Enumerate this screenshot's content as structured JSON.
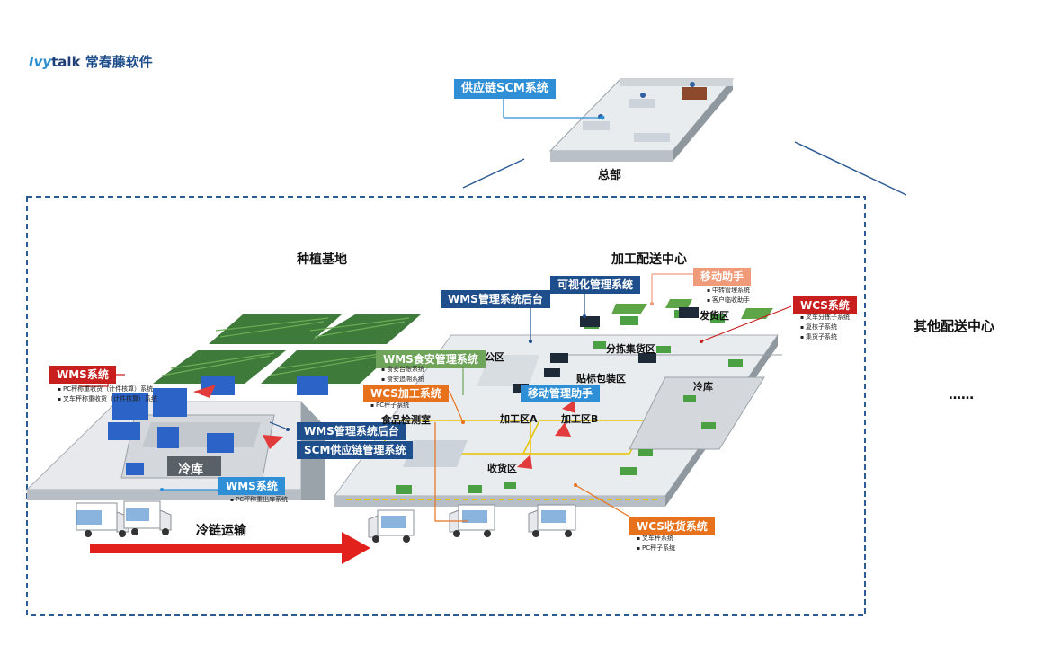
{
  "logo": {
    "brand_ivy": "Ivy",
    "brand_talk": "talk",
    "name_cn": "常春藤软件"
  },
  "hq": {
    "title": "总部",
    "system": "供应链SCM系统"
  },
  "other_center": {
    "title": "其他配送中心",
    "more": "……"
  },
  "planting": {
    "title": "种植基地",
    "cold_storage": "冷库",
    "wms": {
      "label": "WMS系统",
      "items": [
        "PC秤称重收货（计件核算）系统",
        "叉车秤称重收货（计件核算）系统"
      ]
    },
    "wms_bottom": {
      "label": "WMS系统",
      "items": [
        "PC秤称重出库系统"
      ]
    },
    "wms_backend": "WMS管理系统后台",
    "scm_backend": "SCM供应链管理系统"
  },
  "transport": {
    "label": "冷链运输"
  },
  "processing": {
    "title": "加工配送中心",
    "zones": {
      "office": "办公区",
      "sorting": "分拣集货区",
      "shipping": "发货区",
      "labeling": "贴标包装区",
      "cold_storage": "冷库",
      "food_lab": "食品检测室",
      "area_a": "加工区A",
      "area_b": "加工区B",
      "receiving": "收货区"
    },
    "wms_backend": "WMS管理系统后台",
    "visual_mgmt": "可视化管理系统",
    "mobile_assistant": {
      "label": "移动助手",
      "items": [
        "中转管理系统",
        "客户临收助手"
      ]
    },
    "wcs_system": {
      "label": "WCS系统",
      "items": [
        "叉车分拣子系统",
        "复核子系统",
        "集货子系统"
      ]
    },
    "wms_food_safety": {
      "label": "WMS食安管理系统",
      "items": [
        "食安台账系统",
        "食安追溯系统"
      ]
    },
    "wcs_processing": {
      "label": "WCS加工系统",
      "items": [
        "PC秤子系统"
      ]
    },
    "mobile_mgmt": "移动管理助手",
    "wcs_receiving": {
      "label": "WCS收货系统",
      "items": [
        "叉车秤系统",
        "PC秤子系统"
      ]
    }
  },
  "colors": {
    "navy": "#1f4e8c",
    "light_blue": "#2f8fd6",
    "red": "#c81e1e",
    "orange": "#e8711c",
    "green": "#6fa55a",
    "salmon": "#ef9b7a",
    "dashed_border": "#2d5b94"
  }
}
